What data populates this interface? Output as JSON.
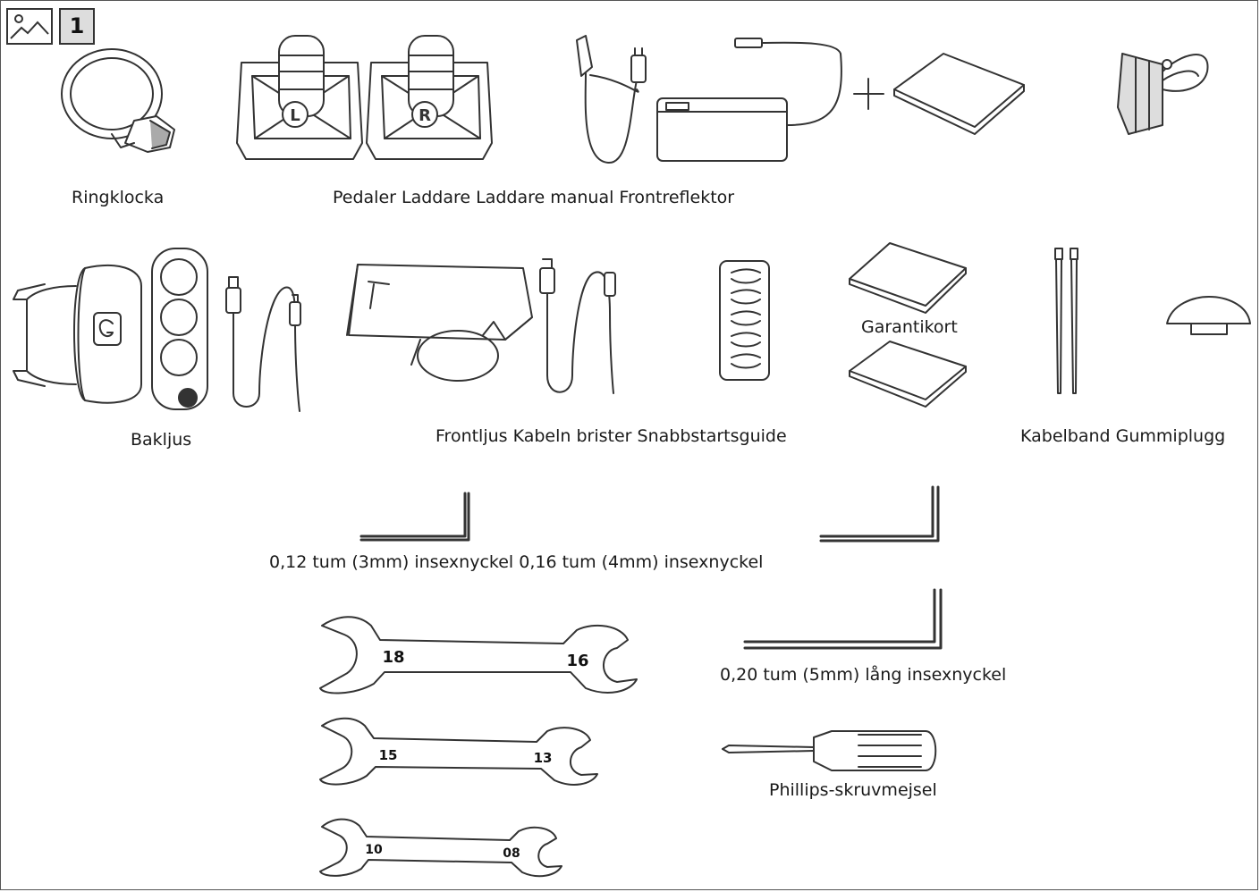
{
  "badge": {
    "number": "1",
    "icon": "image-icon"
  },
  "labels": {
    "ringklocka": "Ringklocka",
    "row1_group": "Pedaler Laddare Laddare manual Frontreflektor",
    "bakljus": "Bakljus",
    "garantikort": "Garantikort",
    "row2_group": "Frontljus Kabeln brister Snabbstartsguide",
    "kabelband": "Kabelband Gummiplugg",
    "hex_small": "0,12 tum (3mm) insexnyckel 0,16 tum (4mm) insexnyckel",
    "hex_long": "0,20 tum (5mm) lång insexnyckel",
    "screwdriver": "Phillips-skruvmejsel"
  },
  "pedals": {
    "left": "L",
    "right": "R"
  },
  "wrenches": [
    {
      "left": "18",
      "right": "16"
    },
    {
      "left": "15",
      "right": "13"
    },
    {
      "left": "10",
      "right": "08"
    }
  ]
}
